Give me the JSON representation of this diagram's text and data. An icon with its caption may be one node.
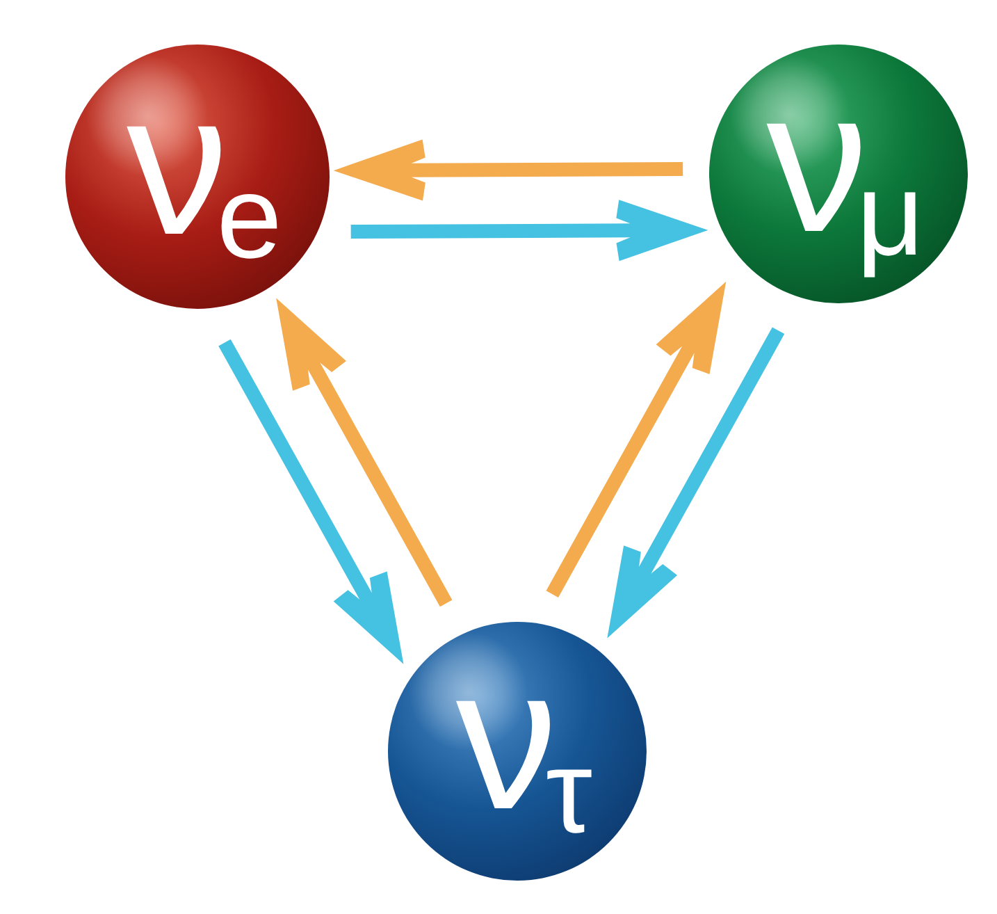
{
  "diagram": {
    "nodes": [
      {
        "text": [
          "ν$_{e}$"
        ]
      },
      {
        "text": [
          "ν$_{μ}$"
        ]
      },
      {
        "text": [
          "ν$_{τ}$"
        ]
      }
    ],
    "edges": [
      {
        "from": 1,
        "to": 0,
        "arrow": "to",
        "color": "#f3ab4d"
      },
      {
        "from": 0,
        "to": 1,
        "arrow": "to",
        "color": "#45c1e1"
      },
      {
        "from": 0,
        "to": 2,
        "arrow": "to",
        "color": "#45c1e1"
      },
      {
        "from": 2,
        "to": 0,
        "arrow": "to",
        "color": "#f3ab4d"
      },
      {
        "from": 2,
        "to": 1,
        "arrow": "to",
        "color": "#f3ab4d"
      },
      {
        "from": 1,
        "to": 2,
        "arrow": "to",
        "color": "#45c1e1"
      }
    ]
  }
}
